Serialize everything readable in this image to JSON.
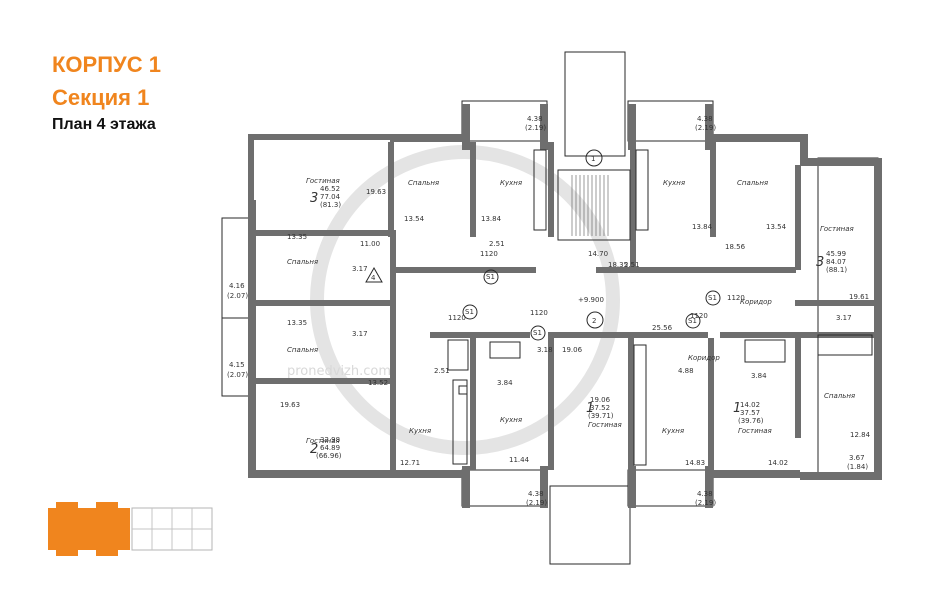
{
  "header": {
    "building": "КОРПУС 1",
    "section": "Секция 1",
    "plan": "План 4 этажа"
  },
  "watermark": "pronedvizh.com",
  "colors": {
    "accent": "#f0851e",
    "wall": "#2a2a2a"
  },
  "rooms": {
    "gostinaya_tl": {
      "name": "Гостиная",
      "n": "3",
      "a": "46.52",
      "b": "77.04",
      "c": "(81.3)",
      "s": "19.63"
    },
    "spalnya_t1": {
      "name": "Спальня",
      "s": "13.54"
    },
    "kuhnya_t1": {
      "name": "Кухня",
      "s": "13.84"
    },
    "kuhnya_t2": {
      "name": "Кухня",
      "s": "13.84"
    },
    "spalnya_t2": {
      "name": "Спальня",
      "s": "13.54"
    },
    "gostinaya_tr": {
      "name": "Гостиная",
      "n": "3",
      "a": "45.99",
      "b": "84.07",
      "c": "(88.1)",
      "s": "19.61"
    },
    "spalnya_l1": {
      "name": "Спальня",
      "s": "13.35"
    },
    "spalnya_l2": {
      "name": "Спальня",
      "s": "13.35"
    },
    "gostinaya_bl": {
      "name": "Гостиная",
      "n": "2",
      "a": "32.98",
      "b": "64.89",
      "c": "(66.96)",
      "s": "19.63"
    },
    "kuhnya_b1": {
      "name": "Кухня",
      "s": "12.71"
    },
    "kuhnya_b2": {
      "name": "Кухня",
      "s": "11.44"
    },
    "gostinaya_bm": {
      "name": "Гостиная",
      "n": "1",
      "a": "19.06",
      "b": "37.52",
      "c": "(39.71)",
      "s": "19.06"
    },
    "kuhnya_b3": {
      "name": "Кухня",
      "s": "14.83"
    },
    "gostinaya_br": {
      "name": "Гостиная",
      "n": "1",
      "a": "14.02",
      "b": "37.57",
      "c": "(39.76)",
      "s": "14.02"
    },
    "spalnya_r": {
      "name": "Спальня",
      "s": "12.84"
    },
    "koridor_1": {
      "name": "Коридор"
    },
    "koridor_2": {
      "name": "Коридор"
    }
  },
  "small_values": {
    "v1": "11.00",
    "v2": "3.17",
    "v3": "3.17",
    "v4": "13.52",
    "v5": "2.51",
    "v6": "2.51",
    "v7": "2.51",
    "v8": "3.84",
    "v9": "3.84",
    "v10": "18.56",
    "v11": "3.17",
    "v12": "25.56",
    "v13": "3.18",
    "v14": "4.88",
    "v15": "18.35",
    "v16": "14.70",
    "v17": "1120",
    "v18": "1120",
    "v19": "1120",
    "v20": "1120",
    "v21": "1120",
    "v22": "+9.900"
  },
  "balconies": {
    "top_left": {
      "a": "4.38",
      "b": "(2.19)"
    },
    "top_right": {
      "a": "4.38",
      "b": "(2.19)"
    },
    "bottom_left": {
      "a": "4.38",
      "b": "(2.19)"
    },
    "bottom_right": {
      "a": "4.38",
      "b": "(2.19)"
    },
    "left_1": {
      "a": "4.16",
      "b": "(2.07)"
    },
    "left_2": {
      "a": "4.15",
      "b": "(2.07)"
    },
    "right": {
      "a": "3.67",
      "b": "(1.84)"
    }
  },
  "markers": {
    "m1": "1",
    "m2": "2",
    "m3": "S1",
    "m4": "S1",
    "m5": "S1",
    "m6": "S1",
    "m7": "S1",
    "m8": "4"
  }
}
